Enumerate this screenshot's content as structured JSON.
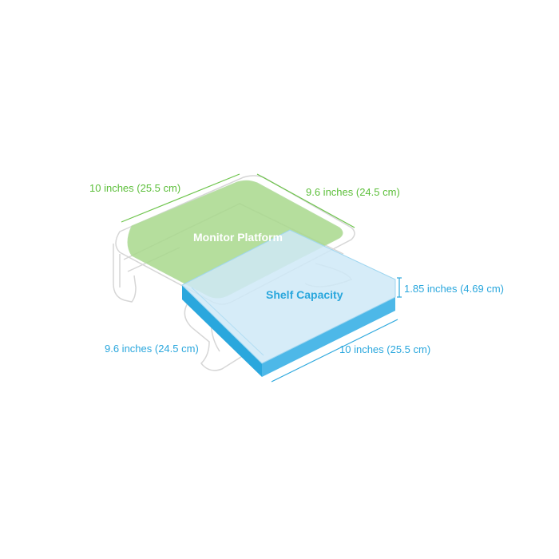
{
  "colors": {
    "green_fill": "#a8d88c",
    "green_line": "#6cc44a",
    "blue_top": "#cfe9f7",
    "blue_side": "#4db8e8",
    "blue_dark": "#2aa7dd",
    "outline": "#d8d8d8"
  },
  "labels": {
    "monitor_platform": "Monitor Platform",
    "shelf_capacity": "Shelf Capacity"
  },
  "dimensions": {
    "platform_width": "10 inches (25.5 cm)",
    "platform_depth": "9.6 inches (24.5 cm)",
    "shelf_height": "1.85 inches (4.69 cm)",
    "shelf_depth": "9.6 inches (24.5 cm)",
    "shelf_width": "10 inches (25.5 cm)"
  }
}
